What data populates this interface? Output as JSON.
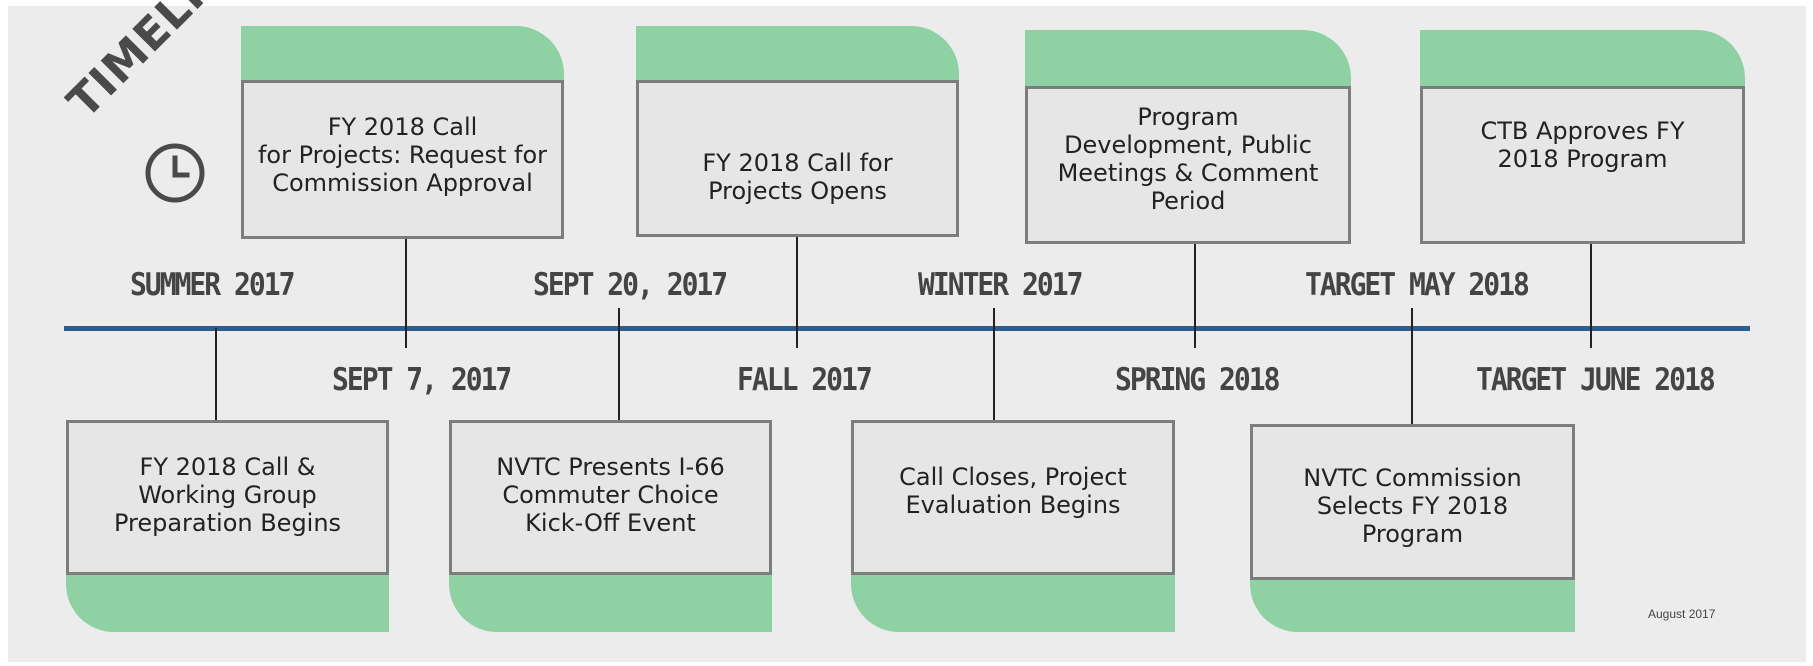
{
  "title": "TIMELINE",
  "icons": {
    "clock": "clock-icon"
  },
  "colors": {
    "background": "#ececec",
    "axis": "#2c5d8f",
    "tab": "#8ed2a4",
    "box_fill": "#e6e6e6",
    "box_border": "#7d7d7d",
    "date_text": "#444444"
  },
  "milestones": [
    {
      "date": "SUMMER 2017",
      "text": "FY 2018 Call &\nWorking Group\nPreparation Begins"
    },
    {
      "date": "SEPT 7, 2017",
      "text": "FY 2018 Call\nfor Projects: Request for\nCommission Approval"
    },
    {
      "date": "SEPT 20, 2017",
      "text": "NVTC Presents I-66\nCommuter Choice\nKick-Off Event"
    },
    {
      "date": "FALL 2017",
      "text": "FY 2018 Call for\nProjects Opens"
    },
    {
      "date": "WINTER 2017",
      "text": "Call Closes, Project\nEvaluation Begins"
    },
    {
      "date": "SPRING 2018",
      "text": "Program\nDevelopment, Public\nMeetings & Comment\nPeriod"
    },
    {
      "date": "TARGET MAY 2018",
      "text": "NVTC Commission\nSelects FY 2018\nProgram"
    },
    {
      "date": "TARGET JUNE 2018",
      "text": "CTB Approves FY\n2018 Program"
    }
  ],
  "footnote": "August 2017"
}
